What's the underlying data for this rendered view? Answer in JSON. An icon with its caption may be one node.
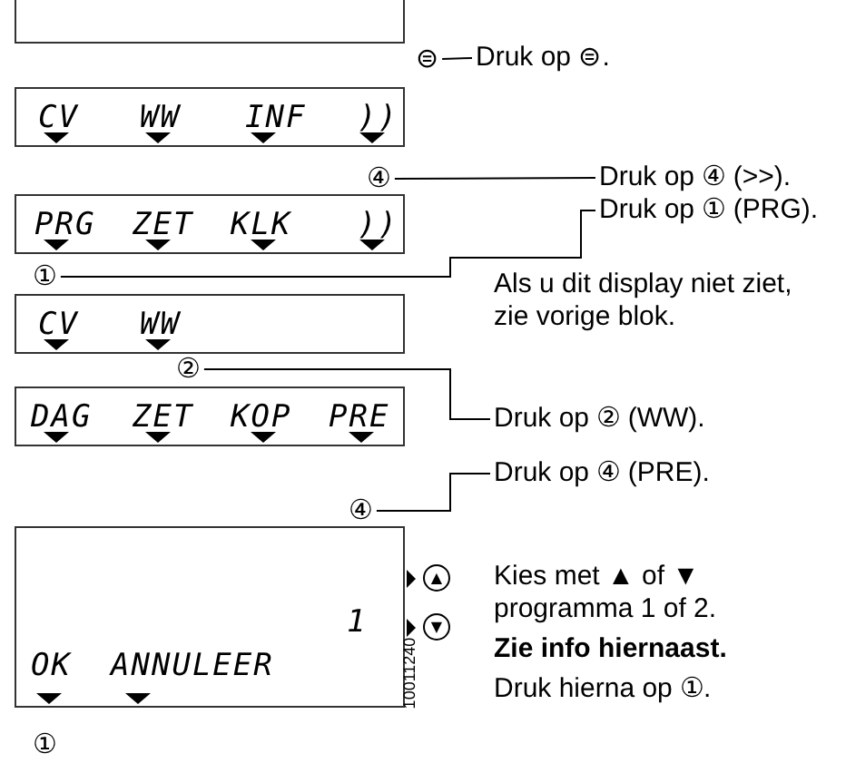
{
  "diagram": {
    "nodes": [
      {
        "text": [],
        "shape": "box"
      },
      {
        "text": [
          "⊜"
        ]
      },
      {
        "text": [
          "Druk op ⊜."
        ]
      },
      {
        "text": [
          "CV",
          "WW",
          "INF",
          "))"
        ]
      },
      {
        "text": [
          "④"
        ]
      },
      {
        "text": [
          "Druk op ④ (>>)."
        ]
      },
      {
        "text": [
          "Druk op ① (PRG)."
        ]
      },
      {
        "text": [
          "PRG",
          "ZET",
          "KLK",
          "))"
        ]
      },
      {
        "text": [
          "①"
        ]
      },
      {
        "text": [
          "Als u dit display niet ziet, zie vorige blok."
        ]
      },
      {
        "text": [
          "CV",
          "WW"
        ]
      },
      {
        "text": [
          "②"
        ]
      },
      {
        "text": [
          "Druk op ② (WW)."
        ]
      },
      {
        "text": [
          "DAG",
          "ZET",
          "KOP",
          "PRE"
        ]
      },
      {
        "text": [
          "Druk op ④ (PRE)."
        ]
      },
      {
        "text": [
          "④"
        ]
      },
      {
        "text": [
          "1",
          "OK",
          "ANNULEER"
        ]
      }
    ],
    "edges": [
      {
        "from": 1,
        "to": 2,
        "arrow": "none"
      },
      {
        "from": 4,
        "to": 5,
        "arrow": "none"
      },
      {
        "from": 8,
        "to": 6,
        "arrow": "none"
      },
      {
        "from": 11,
        "to": 12,
        "arrow": "none"
      },
      {
        "from": 15,
        "to": 14,
        "arrow": "none"
      }
    ],
    "labels": [
      "▲",
      "▼",
      "Kies met ▲ of ▼ programma 1 of 2.",
      "Zie info hiernaast.",
      "Druk hierna op ①.",
      "10011240",
      "①"
    ]
  }
}
